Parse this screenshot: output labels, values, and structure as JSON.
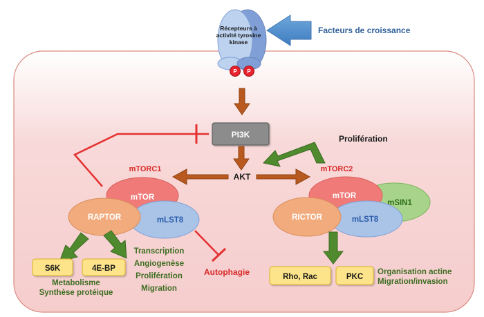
{
  "receptor": {
    "label_line1": "Récepteurs à",
    "label_line2": "activité tyrosine",
    "label_line3": "kinase",
    "phospho1": "P",
    "phospho2": "P"
  },
  "growth_factors": "Facteurs de croissance",
  "pi3k": "PI3K",
  "akt": "AKT",
  "proliferation_top": "Prolifération",
  "mtorc1": {
    "title": "mTORC1",
    "mtor": "mTOR",
    "raptor": "RAPTOR",
    "mlst8": "mLST8"
  },
  "mtorc2": {
    "title": "mTORC2",
    "mtor": "mTOR",
    "msin1": "mSIN1",
    "rictor": "RICTOR",
    "mlst8": "mLST8"
  },
  "s6k": "S6K",
  "ebp": "4E-BP",
  "metabolism": [
    "Metabolisme",
    "Synthèse protéique"
  ],
  "transcription": [
    "Transcription",
    "Angiogenèse",
    "Prolifération",
    "Migration"
  ],
  "autophagy": "Autophagie",
  "rho_rac": "Rho, Rac",
  "pkc": "PKC",
  "actin": [
    "Organisation actine",
    "Migration/invasion"
  ],
  "colors": {
    "cell": "#f9d0d0",
    "cell_border": "#d9837a",
    "arrow_brown": "#b85a20",
    "arrow_green": "#4f8a2e",
    "inhibit_red": "#e53030",
    "mtor_red": "#ef7a78",
    "raptor_orange": "#f2ab7d",
    "mlst8_blue": "#aac4e8",
    "msin1_green": "#a7d48a",
    "box_yellow": "#fde48a"
  }
}
